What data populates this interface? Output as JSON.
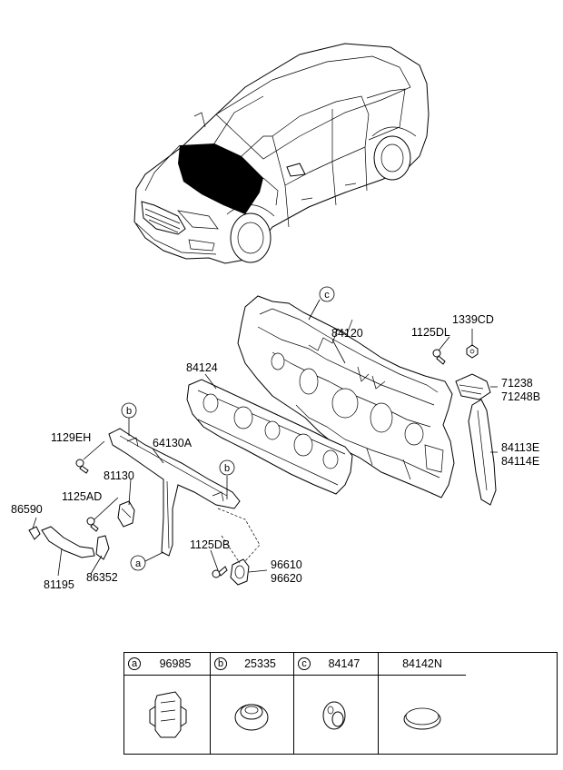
{
  "callouts": {
    "c_top": "c",
    "b_left": "b",
    "b_right": "b",
    "a_lower": "a"
  },
  "labels": {
    "p84120": "84120",
    "p1339CD": "1339CD",
    "p1125DL": "1125DL",
    "p84124": "84124",
    "p71238": "71238",
    "p71248B": "71248B",
    "p1129EH": "1129EH",
    "p64130A": "64130A",
    "p84113E": "84113E",
    "p84114E": "84114E",
    "p81130": "81130",
    "p1125AD": "1125AD",
    "p86590": "86590",
    "p1125DB": "1125DB",
    "p96610": "96610",
    "p96620": "96620",
    "p86352": "86352",
    "p81195": "81195"
  },
  "legend": [
    {
      "letter": "a",
      "part": "96985",
      "icon": "clip-icon"
    },
    {
      "letter": "b",
      "part": "25335",
      "icon": "grommet-icon"
    },
    {
      "letter": "c",
      "part": "84147",
      "icon": "plug-icon"
    },
    {
      "letter": "",
      "part": "84142N",
      "icon": "oval-plug-icon"
    }
  ]
}
